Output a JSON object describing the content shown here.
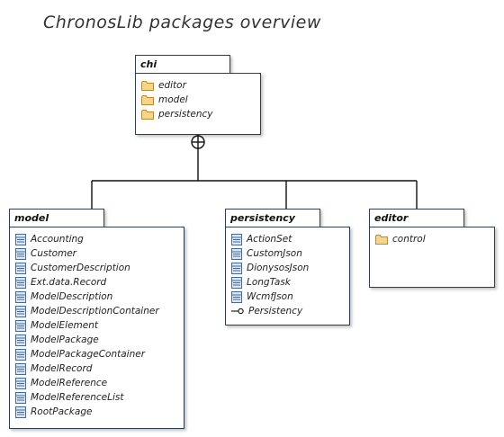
{
  "title": "ChronosLib packages overview",
  "packages": {
    "chi": {
      "name": "chi",
      "items": [
        "editor",
        "model",
        "persistency"
      ]
    },
    "model": {
      "name": "model",
      "items": [
        "Accounting",
        "Customer",
        "CustomerDescription",
        "Ext.data.Record",
        "ModelDescription",
        "ModelDescriptionContainer",
        "ModelElement",
        "ModelPackage",
        "ModelPackageContainer",
        "ModelRecord",
        "ModelReference",
        "ModelReferenceList",
        "RootPackage"
      ]
    },
    "persistency": {
      "name": "persistency",
      "items": [
        "ActionSet",
        "CustomJson",
        "DionysosJson",
        "LongTask",
        "WcmfJson",
        "Persistency"
      ]
    },
    "editor": {
      "name": "editor",
      "items": [
        "control"
      ]
    }
  }
}
